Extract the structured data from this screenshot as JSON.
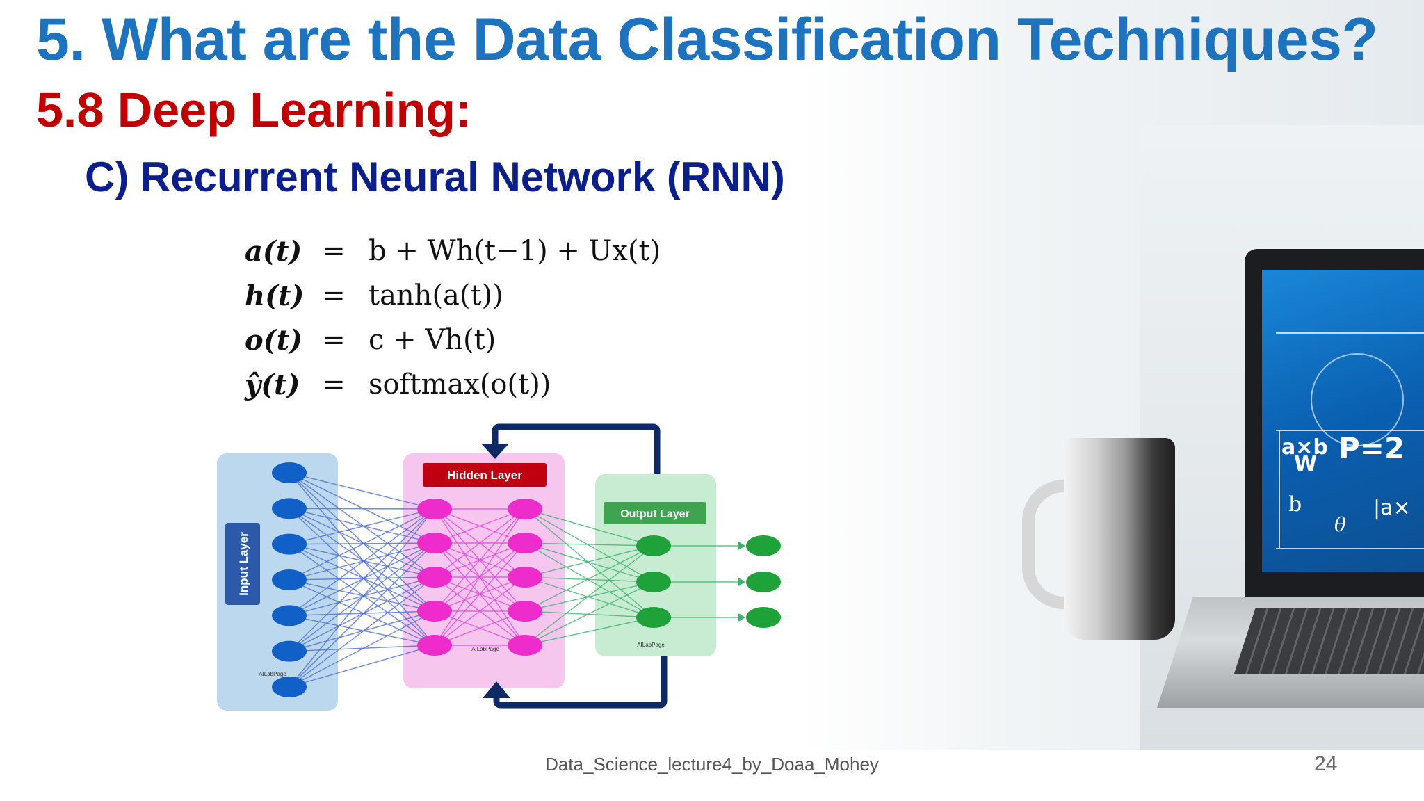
{
  "slide": {
    "title": "5. What are the Data Classification Techniques?",
    "subtitle": "5.8 Deep Learning:",
    "section": "C) Recurrent Neural Network (RNN)",
    "footer": "Data_Science_lecture4_by_Doaa_Mohey",
    "page_number": "24"
  },
  "equations": [
    {
      "lhs": "a(t)",
      "eq": "=",
      "rhs": "b + Wh(t−1) + Ux(t)"
    },
    {
      "lhs": "h(t)",
      "eq": "=",
      "rhs": "tanh(a(t))"
    },
    {
      "lhs": "o(t)",
      "eq": "=",
      "rhs": "c + Vh(t)"
    },
    {
      "lhs": "ŷ(t)",
      "eq": "=",
      "rhs": "softmax(o(t))"
    }
  ],
  "diagram": {
    "input_label": "Input Layer",
    "hidden_label": "Hidden Layer",
    "output_label": "Output Layer",
    "watermark": "AILabPage",
    "input_nodes": 7,
    "hidden_columns": 2,
    "hidden_nodes_per_column": 5,
    "output_nodes": 3,
    "colors": {
      "input_panel": "#bcd8ee",
      "input_node": "#1060c8",
      "hidden_panel": "#f6c6ee",
      "hidden_node": "#ee2ccc",
      "hidden_header": "#c00010",
      "output_panel": "#c8ecd2",
      "output_node": "#1fa23a",
      "output_header": "#3ea44f",
      "recurrent_arrow": "#0d2a66",
      "input_edges": "#4a6cd8",
      "hidden_edges": "#e04ad8",
      "output_edges": "#3cb36a"
    }
  },
  "background": {
    "screen_text": [
      "a×b",
      "W",
      "P=2",
      "b",
      "θ",
      "|a×"
    ]
  }
}
